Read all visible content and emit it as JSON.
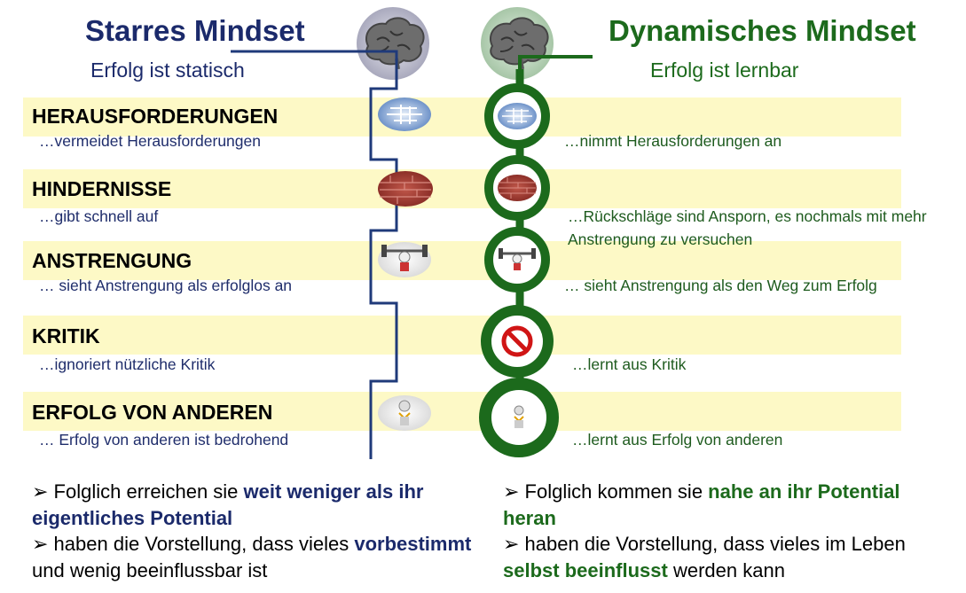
{
  "left": {
    "title": "Starres Mindset",
    "subtitle": "Erfolg ist statisch",
    "color": "#1b2a6b"
  },
  "right": {
    "title": "Dynamisches Mindset",
    "subtitle": "Erfolg ist lernbar",
    "color": "#1c6a1c"
  },
  "rows": [
    {
      "category": "HERAUSFORDERUNGEN",
      "left": "…vermeidet Herausforderungen",
      "right": "…nimmt Herausforderungen an",
      "icon": "maze-icon"
    },
    {
      "category": "HINDERNISSE",
      "left": "…gibt schnell auf",
      "right": "…Rückschläge sind Ansporn, es nochmals mit mehr Anstrengung zu versuchen",
      "icon": "brick-wall-icon"
    },
    {
      "category": "ANSTRENGUNG",
      "left": "… sieht Anstrengung als erfolglos an",
      "right": "… sieht Anstrengung als den Weg zum Erfolg",
      "icon": "weightlifter-icon"
    },
    {
      "category": "KRITIK",
      "left": "…ignoriert nützliche Kritik",
      "right": "…lernt aus Kritik",
      "icon": "prohibited-icon"
    },
    {
      "category": "ERFOLG VON ANDEREN",
      "left": "… Erfolg von anderen ist bedrohend",
      "right": "…lernt aus Erfolg von anderen",
      "icon": "medal-figure-icon"
    }
  ],
  "bottom_left": {
    "l1_pre": "➢ Folglich erreichen sie ",
    "l1_hl": "weit weniger als ihr eigentliches Potential",
    "l2_pre": "➢ haben die Vorstellung, dass vieles ",
    "l2_hl": "vorbestimmt",
    "l2_post": " und wenig beeinflussbar ist"
  },
  "bottom_right": {
    "l1_pre": "➢ Folglich kommen sie ",
    "l1_hl": "nahe an ihr Potential heran",
    "l2_pre": "➢ haben die Vorstellung, dass vieles im Leben ",
    "l2_hl": "selbst beeinflusst",
    "l2_post": " werden kann"
  }
}
